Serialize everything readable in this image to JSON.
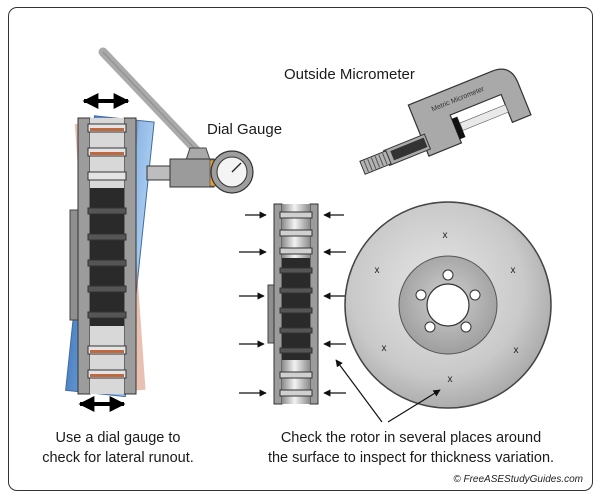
{
  "labels": {
    "micrometer": "Outside Micrometer",
    "micrometer_engraving": "Metric Micrometer",
    "dial_gauge": "Dial Gauge",
    "rotor_mark": "x"
  },
  "captions": {
    "left_line1": "Use a dial gauge to",
    "left_line2": "check for lateral runout.",
    "right_line1": "Check the rotor in several places around",
    "right_line2": "the surface to inspect for thickness variation."
  },
  "credit": "© FreeASEStudyGuides.com",
  "colors": {
    "frame": "#333333",
    "rotor_silver": "#c8c8c8",
    "rotor_dark": "#2b2b2b",
    "rotor_blue": "#6aa0d8",
    "brake_pad": "#c06840",
    "gauge_gray": "#a8a8a8",
    "gauge_accent": "#e8a23a"
  },
  "icons": [
    "double-arrow-icon",
    "arrow-right-icon",
    "arrow-left-icon",
    "dial-face-icon"
  ]
}
